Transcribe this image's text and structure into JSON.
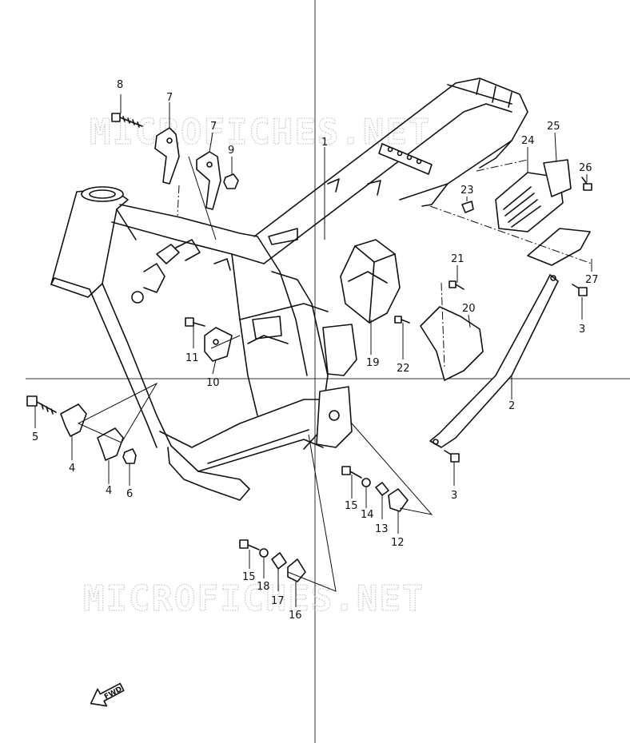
{
  "watermark": {
    "text_top": "MICROFICHES.NET",
    "text_bottom": "MICROFICHES.NET"
  },
  "fwd_label": "FWD",
  "callouts": [
    {
      "id": "c8",
      "text": "8"
    },
    {
      "id": "c7a",
      "text": "7"
    },
    {
      "id": "c7b",
      "text": "7"
    },
    {
      "id": "c9",
      "text": "9"
    },
    {
      "id": "c1",
      "text": "1"
    },
    {
      "id": "c25",
      "text": "25"
    },
    {
      "id": "c24",
      "text": "24"
    },
    {
      "id": "c26",
      "text": "26"
    },
    {
      "id": "c23",
      "text": "23"
    },
    {
      "id": "c21",
      "text": "21"
    },
    {
      "id": "c27",
      "text": "27"
    },
    {
      "id": "c20",
      "text": "20"
    },
    {
      "id": "c3a",
      "text": "3"
    },
    {
      "id": "c11",
      "text": "11"
    },
    {
      "id": "c10",
      "text": "10"
    },
    {
      "id": "c19",
      "text": "19"
    },
    {
      "id": "c22",
      "text": "22"
    },
    {
      "id": "c2",
      "text": "2"
    },
    {
      "id": "c5",
      "text": "5"
    },
    {
      "id": "c4a",
      "text": "4"
    },
    {
      "id": "c4b",
      "text": "4"
    },
    {
      "id": "c6",
      "text": "6"
    },
    {
      "id": "c3b",
      "text": "3"
    },
    {
      "id": "c15a",
      "text": "15"
    },
    {
      "id": "c14",
      "text": "14"
    },
    {
      "id": "c13",
      "text": "13"
    },
    {
      "id": "c12",
      "text": "12"
    },
    {
      "id": "c15b",
      "text": "15"
    },
    {
      "id": "c18",
      "text": "18"
    },
    {
      "id": "c17",
      "text": "17"
    },
    {
      "id": "c16",
      "text": "16"
    }
  ]
}
